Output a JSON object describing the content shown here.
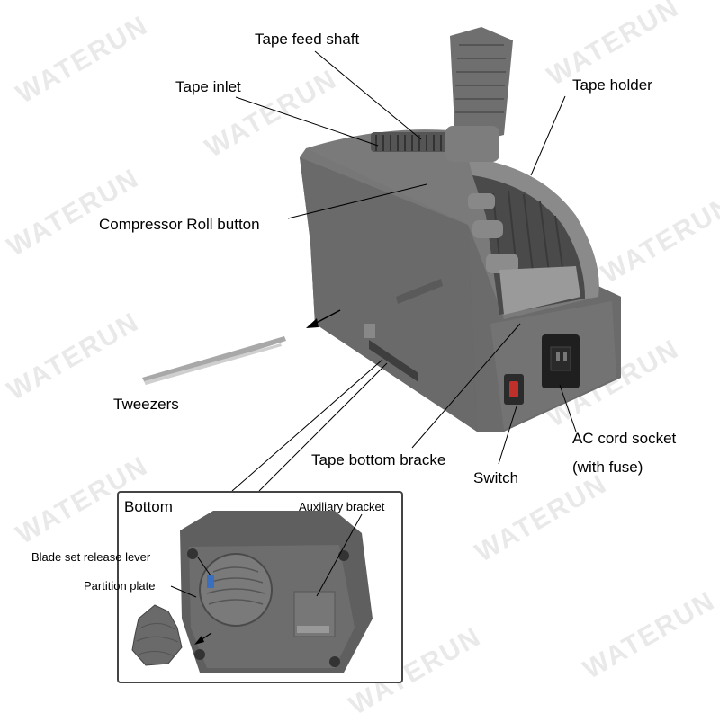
{
  "labels": {
    "tape_feed_shaft": "Tape feed shaft",
    "tape_inlet": "Tape inlet",
    "tape_holder": "Tape holder",
    "compressor_roll_button": "Compressor Roll button",
    "tweezers": "Tweezers",
    "ac_cord_socket": "AC cord socket",
    "with_fuse": "(with fuse)",
    "tape_bottom_bracket": "Tape bottom bracke",
    "switch": "Switch"
  },
  "inset": {
    "title": "Bottom",
    "auxiliary_bracket": "Auxiliary bracket",
    "blade_release_lever": "Blade set release lever",
    "partition_plate": "Partition plate"
  },
  "watermark": "WATERUN",
  "colors": {
    "body": "#6e6e6e",
    "body_dark": "#4a4a4a",
    "body_light": "#8a8a8a",
    "switch_red": "#c0302a"
  }
}
